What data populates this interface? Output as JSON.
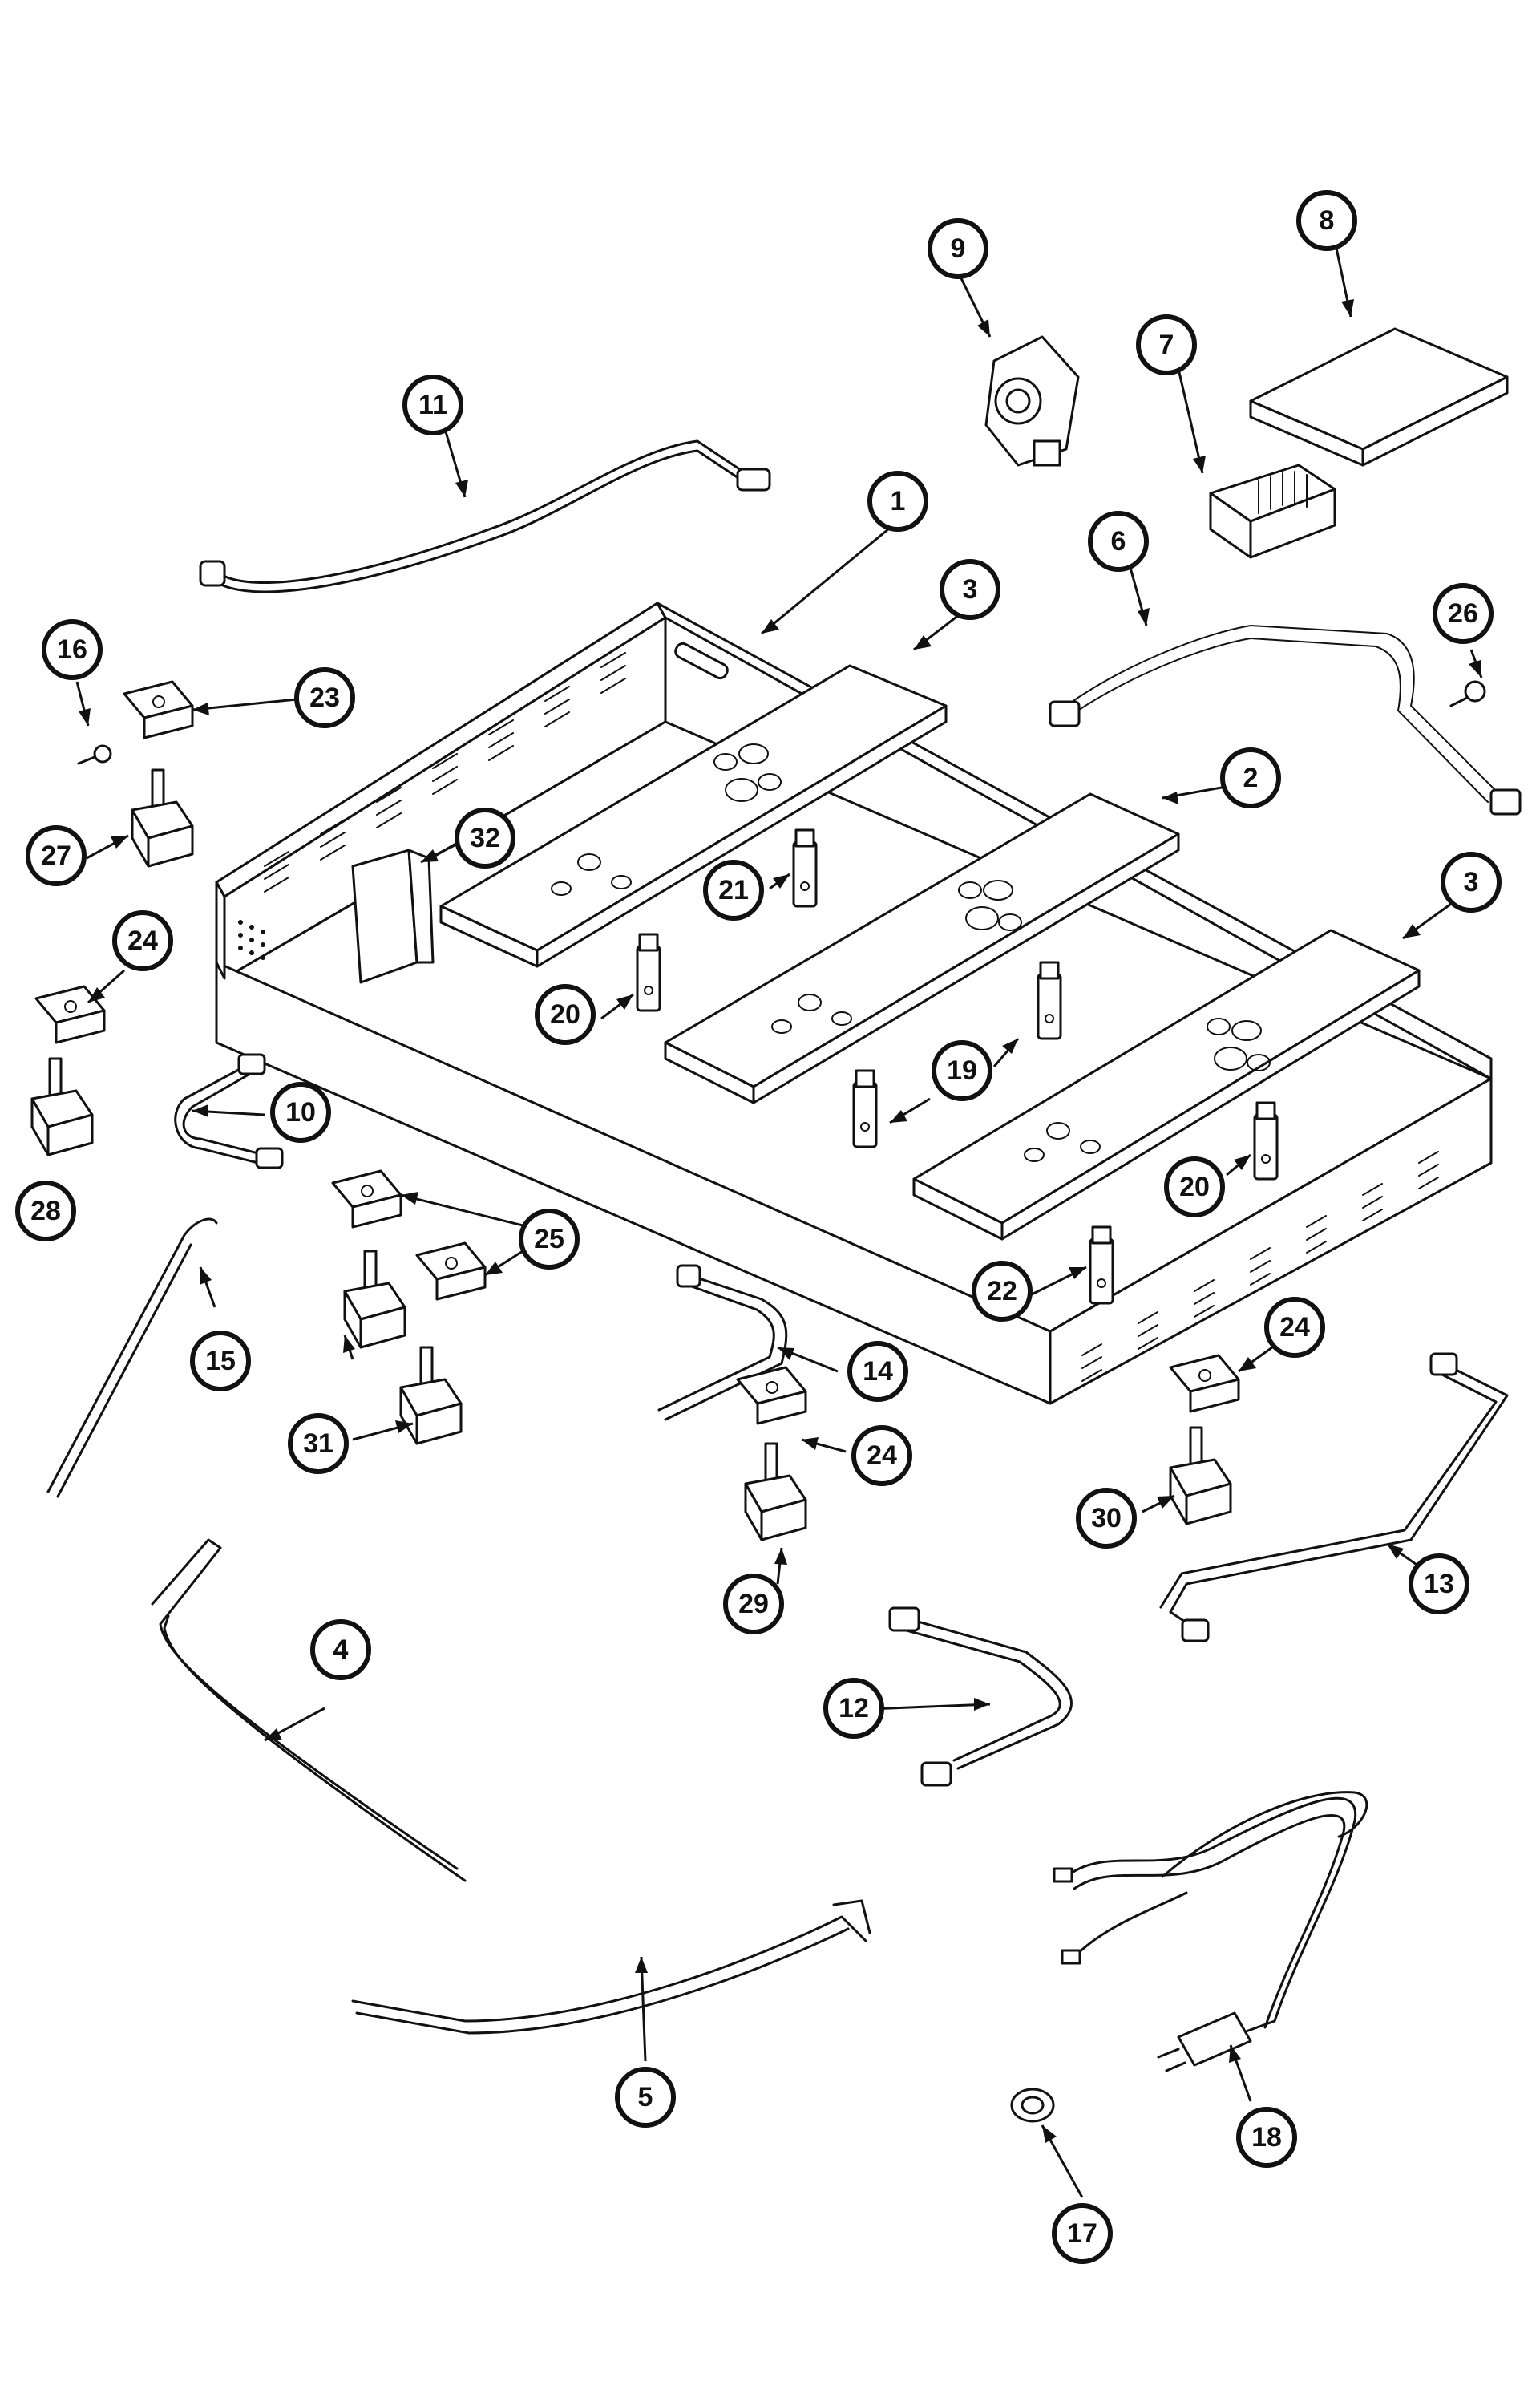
{
  "callouts": [
    {
      "id": "c1",
      "label": "1"
    },
    {
      "id": "c2",
      "label": "2"
    },
    {
      "id": "c3a",
      "label": "3"
    },
    {
      "id": "c3b",
      "label": "3"
    },
    {
      "id": "c4",
      "label": "4"
    },
    {
      "id": "c5",
      "label": "5"
    },
    {
      "id": "c6",
      "label": "6"
    },
    {
      "id": "c7",
      "label": "7"
    },
    {
      "id": "c8",
      "label": "8"
    },
    {
      "id": "c9",
      "label": "9"
    },
    {
      "id": "c10",
      "label": "10"
    },
    {
      "id": "c11",
      "label": "11"
    },
    {
      "id": "c12",
      "label": "12"
    },
    {
      "id": "c13",
      "label": "13"
    },
    {
      "id": "c14",
      "label": "14"
    },
    {
      "id": "c15",
      "label": "15"
    },
    {
      "id": "c16",
      "label": "16"
    },
    {
      "id": "c17",
      "label": "17"
    },
    {
      "id": "c18",
      "label": "18"
    },
    {
      "id": "c19",
      "label": "19"
    },
    {
      "id": "c20a",
      "label": "20"
    },
    {
      "id": "c20b",
      "label": "20"
    },
    {
      "id": "c21",
      "label": "21"
    },
    {
      "id": "c22",
      "label": "22"
    },
    {
      "id": "c23",
      "label": "23"
    },
    {
      "id": "c24a",
      "label": "24"
    },
    {
      "id": "c24b",
      "label": "24"
    },
    {
      "id": "c24c",
      "label": "24"
    },
    {
      "id": "c25",
      "label": "25"
    },
    {
      "id": "c26",
      "label": "26"
    },
    {
      "id": "c27",
      "label": "27"
    },
    {
      "id": "c28",
      "label": "28"
    },
    {
      "id": "c29",
      "label": "29"
    },
    {
      "id": "c30",
      "label": "30"
    },
    {
      "id": "c31",
      "label": "31"
    },
    {
      "id": "c32",
      "label": "32"
    }
  ]
}
